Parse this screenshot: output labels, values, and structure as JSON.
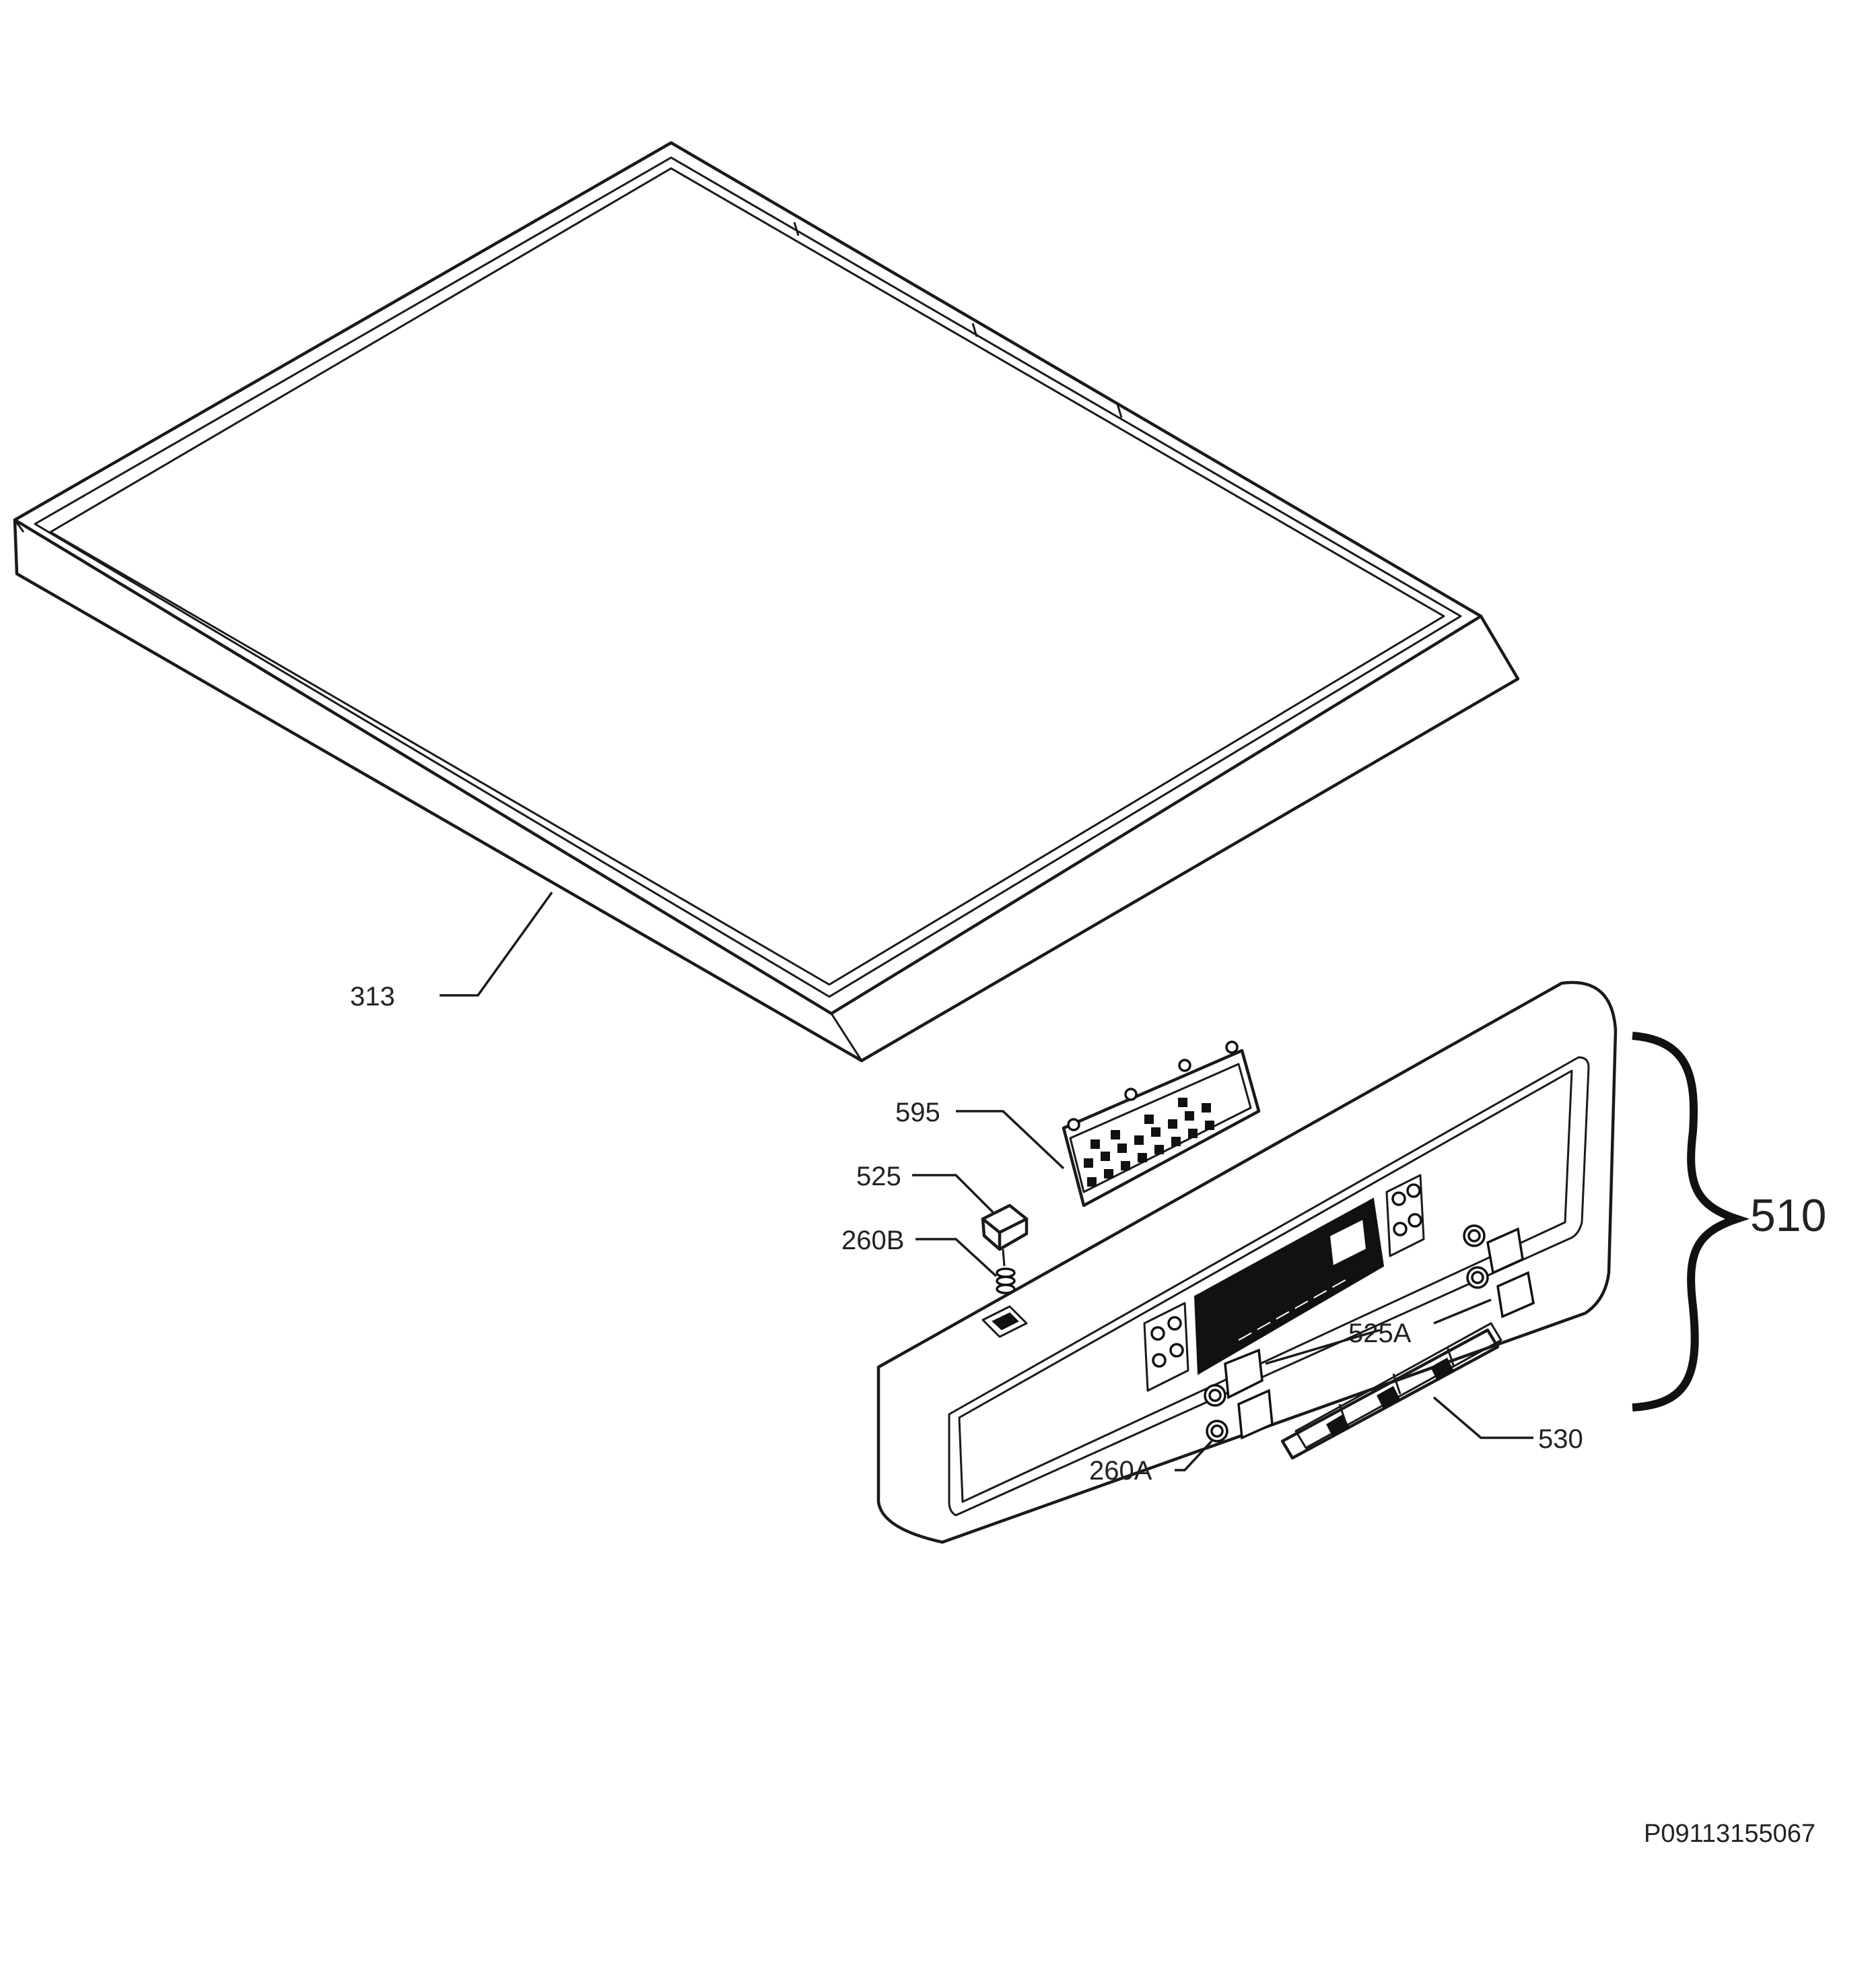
{
  "diagram": {
    "labels": {
      "top_cover": "313",
      "control_panel_assembly": "510",
      "interface_board": "595",
      "button_single": "525",
      "spring_b": "260B",
      "buttons_group": "525A",
      "spring_a": "260A",
      "button_holder": "530"
    },
    "reference_code": "P09113155067"
  }
}
